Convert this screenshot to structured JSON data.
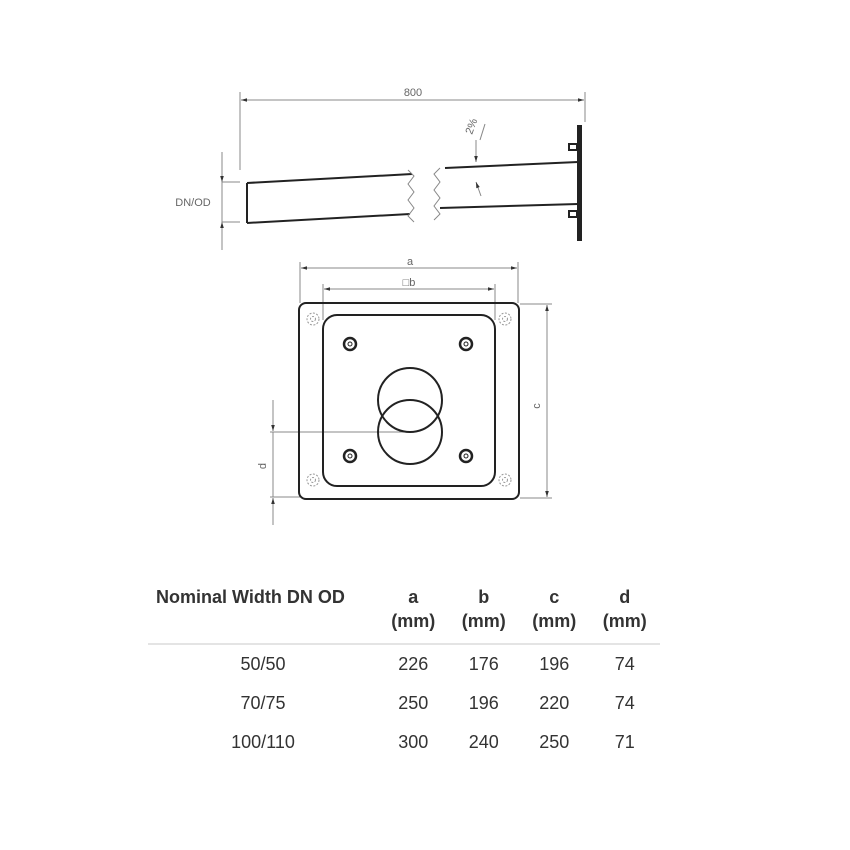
{
  "side_view": {
    "length_label": "800",
    "diameter_label": "DN/OD",
    "slope_label": "2%"
  },
  "front_view": {
    "a_label": "a",
    "b_label": "□b",
    "c_label": "c",
    "d_label": "d"
  },
  "table": {
    "headers": [
      {
        "title": "Nominal Width DN OD",
        "unit": ""
      },
      {
        "title": "a",
        "unit": "(mm)"
      },
      {
        "title": "b",
        "unit": "(mm)"
      },
      {
        "title": "c",
        "unit": "(mm)"
      },
      {
        "title": "d",
        "unit": "(mm)"
      }
    ],
    "rows": [
      [
        "50/50",
        "226",
        "176",
        "196",
        "74"
      ],
      [
        "70/75",
        "250",
        "196",
        "220",
        "74"
      ],
      [
        "100/110",
        "300",
        "240",
        "250",
        "71"
      ]
    ]
  }
}
